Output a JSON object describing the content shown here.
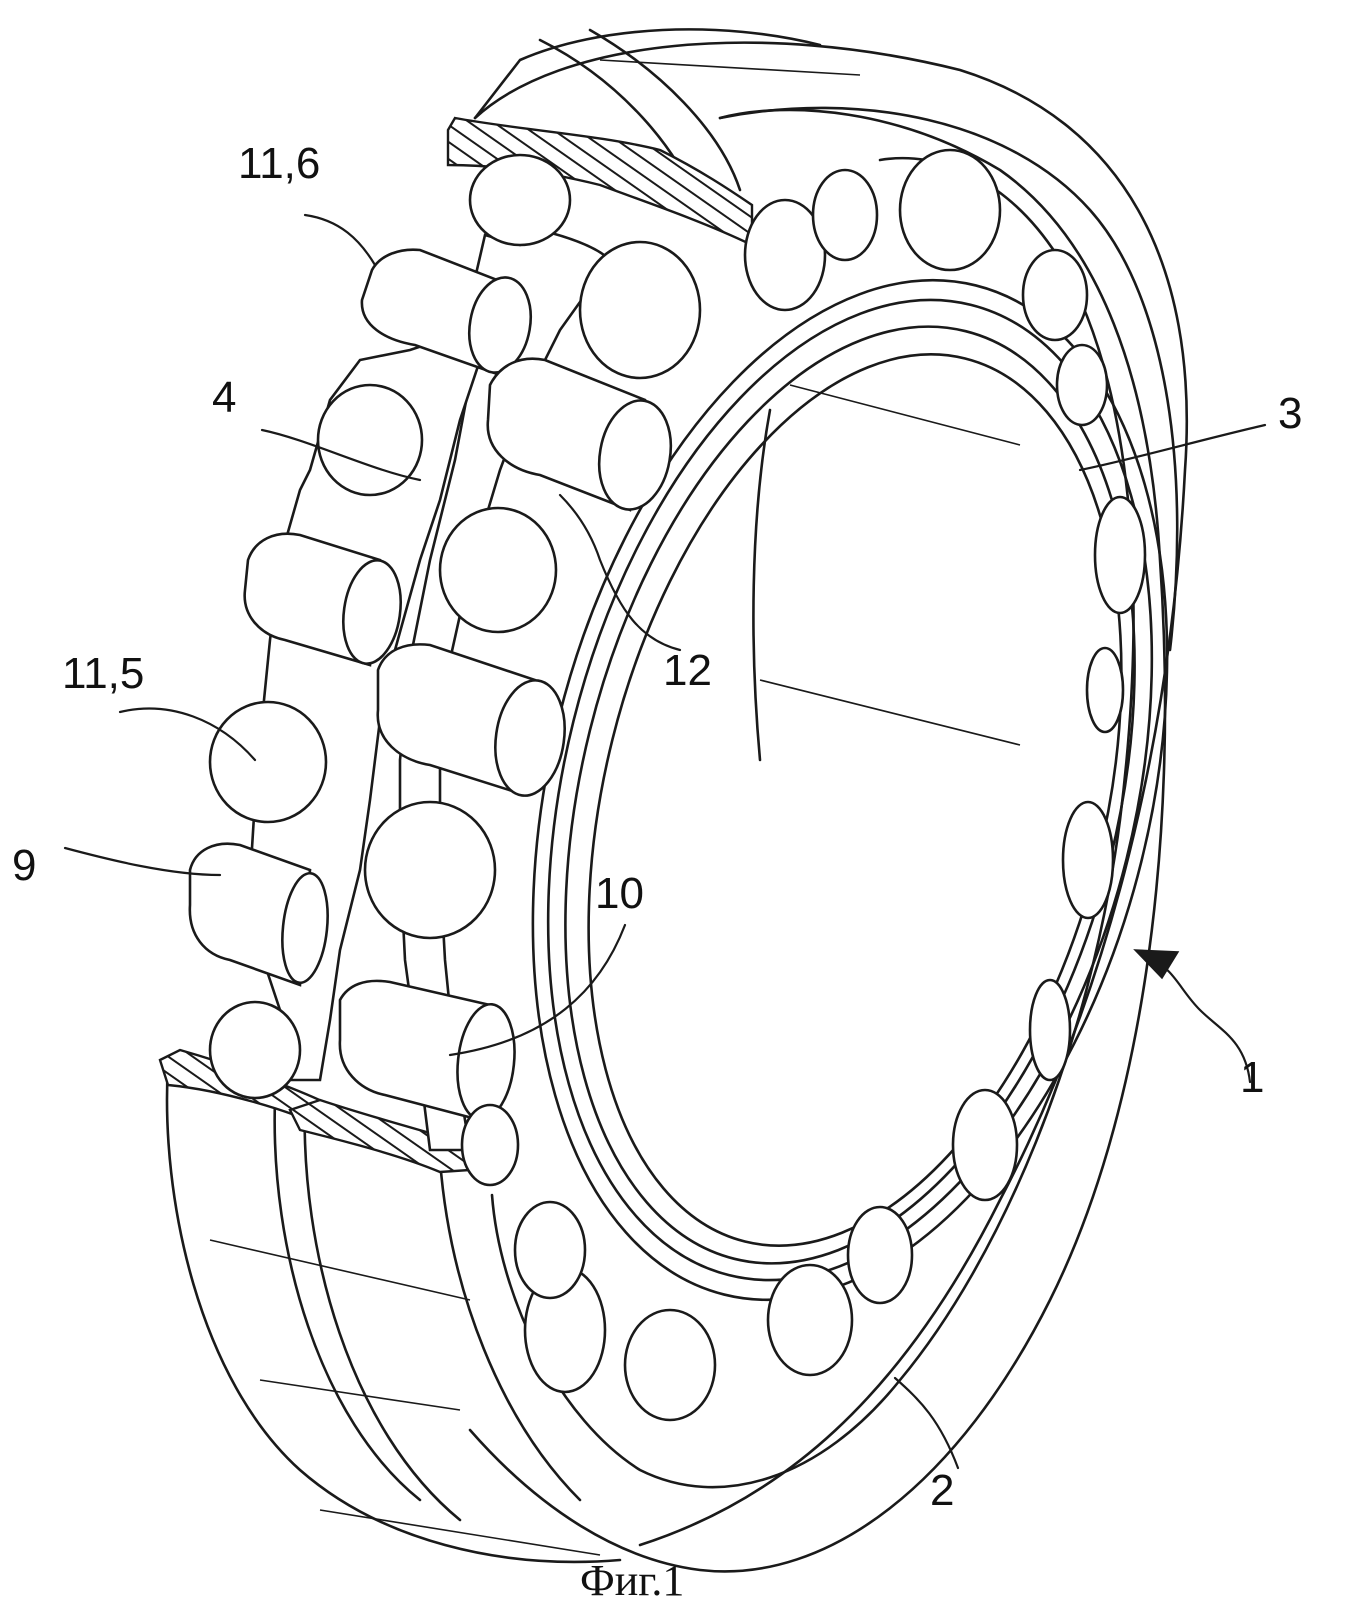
{
  "figure": {
    "caption": "Фиг.1",
    "labels": {
      "ref_1": "1",
      "ref_2": "2",
      "ref_3": "3",
      "ref_4": "4",
      "ref_9": "9",
      "ref_10": "10",
      "ref_11_5": "11,5",
      "ref_11_6": "11,6",
      "ref_12": "12"
    }
  },
  "colors": {
    "ink": "#1a1a1a",
    "background": "#ffffff"
  }
}
